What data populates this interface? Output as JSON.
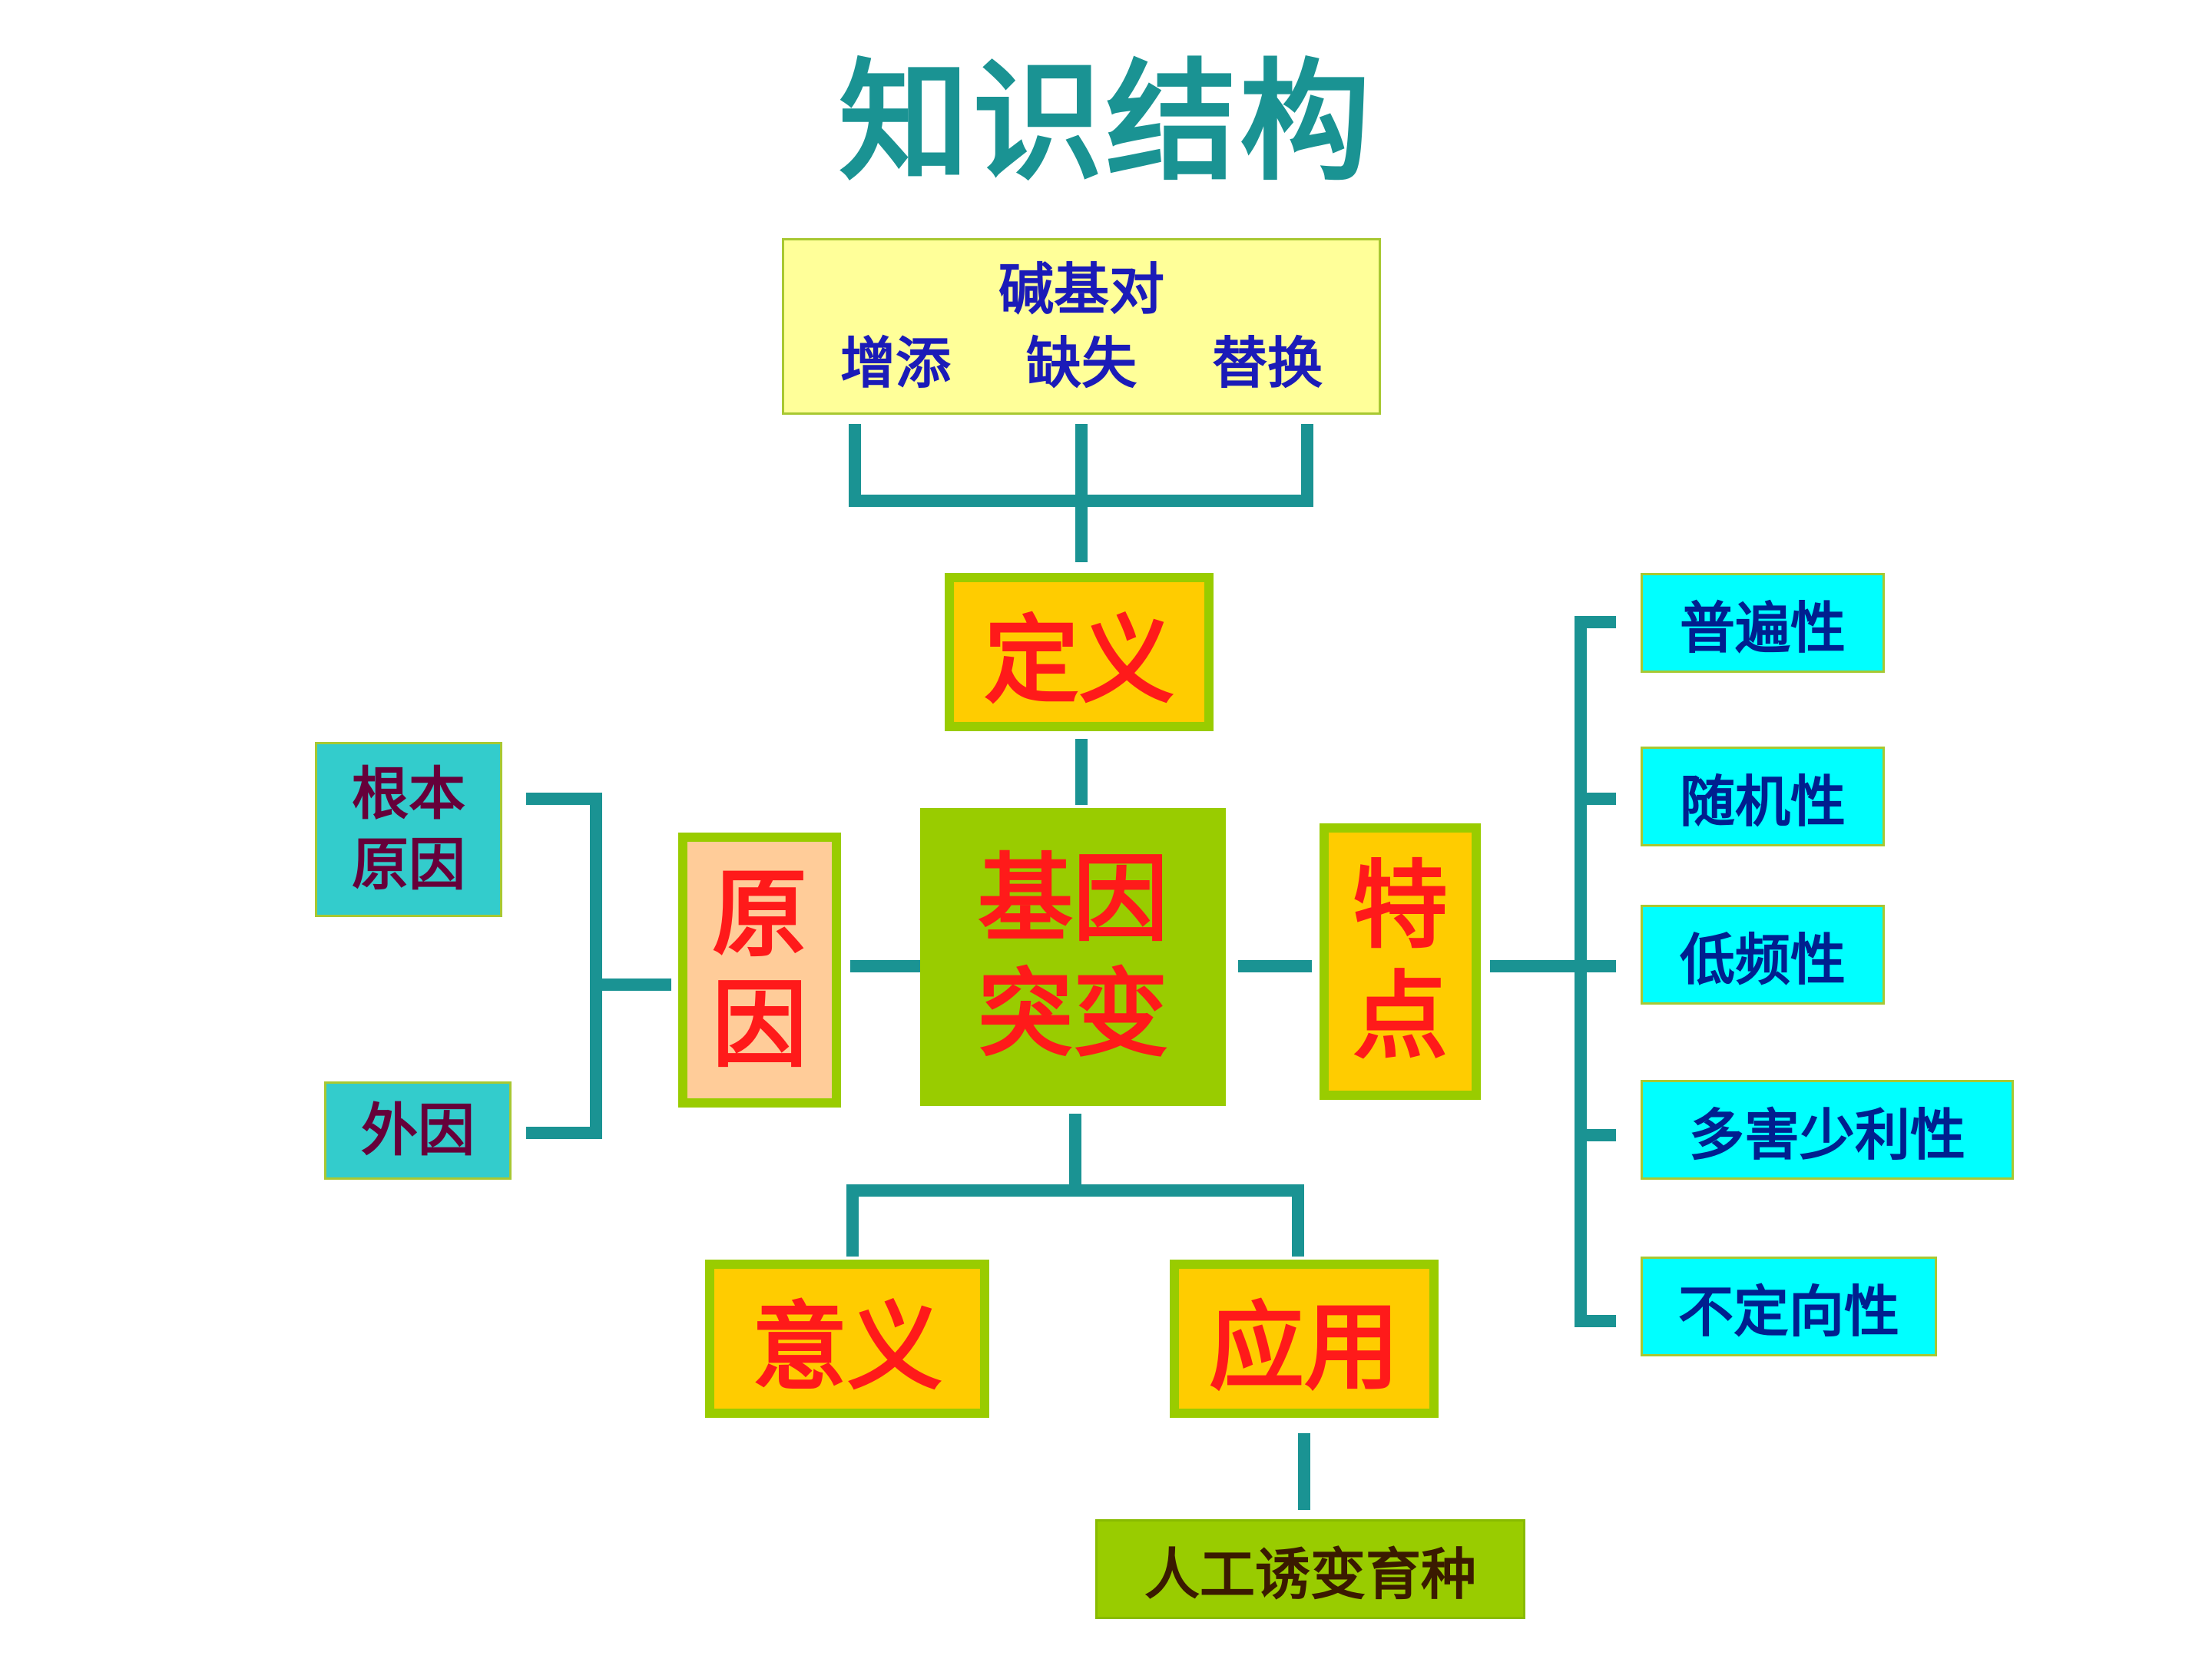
{
  "title": "知识结构",
  "top_box": {
    "line1": "碱基对",
    "items": [
      "增添",
      "缺失",
      "替换"
    ]
  },
  "definition": "定义",
  "center": {
    "line1": "基因",
    "line2": "突变"
  },
  "cause": {
    "line1": "原",
    "line2": "因"
  },
  "cause_types": {
    "root": {
      "line1": "根本",
      "line2": "原因"
    },
    "external": "外因"
  },
  "features": {
    "line1": "特",
    "line2": "点",
    "items": [
      "普遍性",
      "随机性",
      "低频性",
      "多害少利性",
      "不定向性"
    ]
  },
  "significance": "意义",
  "application": "应用",
  "application_example": "人工诱变育种",
  "colors": {
    "title": "#1a9393",
    "connector": "#1a9393",
    "orange_fill": "#ffcc00",
    "green_fill": "#99cc00",
    "cyan_fill": "#00ffff",
    "teal_fill": "#33cccc",
    "yellow_fill": "#ffff99",
    "peach_fill": "#ffcc99",
    "red_text": "#ff1a1a",
    "blue_text": "#1b1bb8"
  }
}
